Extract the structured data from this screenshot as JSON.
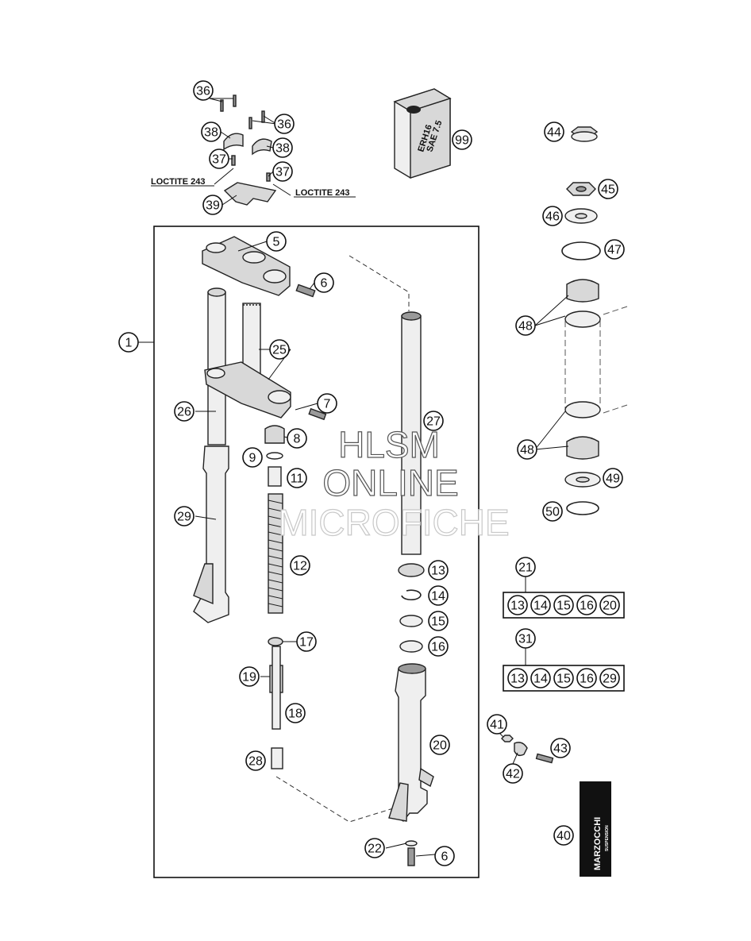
{
  "watermark": [
    "HLSM",
    "ONLINE",
    "MICROFICHE"
  ],
  "notes": {
    "loctite_left": "LOCTITE 243",
    "loctite_right": "LOCTITE 243"
  },
  "oil_can": {
    "line1": "ERH16",
    "line2": "SAE 7.5"
  },
  "brand_label": {
    "name": "MARZOCCHI",
    "sub": "SUSPENSION"
  },
  "callouts": {
    "c1": "1",
    "c5": "5",
    "c6a": "6",
    "c6b": "6",
    "c7": "7",
    "c8": "8",
    "c9": "9",
    "c11": "11",
    "c12": "12",
    "c13": "13",
    "c14": "14",
    "c15": "15",
    "c16": "16",
    "c17": "17",
    "c18": "18",
    "c19": "19",
    "c20": "20",
    "c21": "21",
    "c22": "22",
    "c25": "25",
    "c26": "26",
    "c27": "27",
    "c28": "28",
    "c29": "29",
    "c31": "31",
    "c36a": "36",
    "c36b": "36",
    "c37a": "37",
    "c37b": "37",
    "c38a": "38",
    "c38b": "38",
    "c39": "39",
    "c40": "40",
    "c41": "41",
    "c42": "42",
    "c43": "43",
    "c44": "44",
    "c45": "45",
    "c46": "46",
    "c47": "47",
    "c48a": "48",
    "c48b": "48",
    "c49": "49",
    "c50": "50",
    "c99": "99"
  },
  "kit21": [
    "13",
    "14",
    "15",
    "16",
    "20"
  ],
  "kit31": [
    "13",
    "14",
    "15",
    "16",
    "29"
  ]
}
